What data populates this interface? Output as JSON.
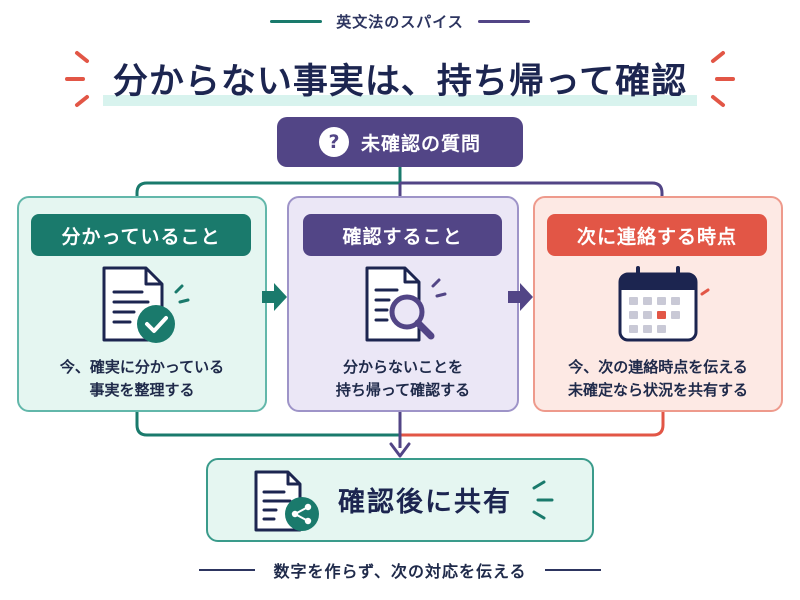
{
  "header": {
    "tag": "英文法のスパイス",
    "title": "分からない事実は、持ち帰って確認"
  },
  "question": {
    "icon_glyph": "?",
    "label": "未確認の質問"
  },
  "cards": [
    {
      "label": "分かっていること",
      "desc_line1": "今、確実に分かっている",
      "desc_line2": "事実を整理する",
      "icon": "document-check-icon"
    },
    {
      "label": "確認すること",
      "desc_line1": "分からないことを",
      "desc_line2": "持ち帰って確認する",
      "icon": "document-search-icon"
    },
    {
      "label": "次に連絡する時点",
      "desc_line1": "今、次の連絡時点を伝える",
      "desc_line2": "未確定なら状況を共有する",
      "icon": "calendar-icon"
    }
  ],
  "result": {
    "label": "確認後に共有",
    "icon": "document-share-icon"
  },
  "footer": {
    "tag": "数字を作らず、次の対応を伝える"
  },
  "colors": {
    "teal": "#1a7a6c",
    "purple": "#524586",
    "coral": "#e25646",
    "navy": "#1c2550"
  }
}
